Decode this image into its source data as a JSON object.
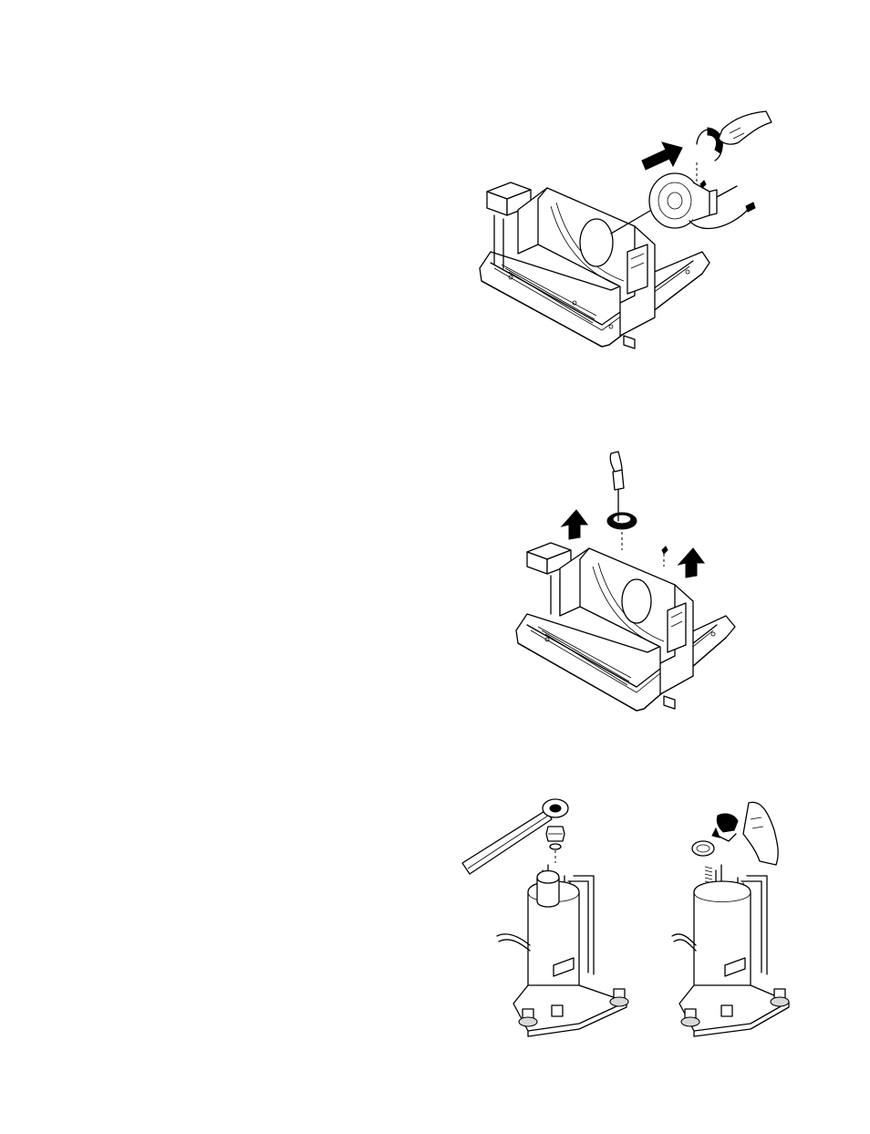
{
  "page": {
    "background": "#ffffff",
    "line_color": "#000000"
  },
  "figures": [
    {
      "id": "fig-fan-motor-removal",
      "icon": "fan-motor-removal-illustration",
      "arrows": 1
    },
    {
      "id": "fig-base-lift",
      "icon": "base-lift-illustration",
      "arrows": 2
    },
    {
      "id": "fig-compressor-nut",
      "icon": "compressor-nut-wrench-illustration"
    },
    {
      "id": "fig-compressor-terminal",
      "icon": "compressor-terminal-cover-illustration"
    }
  ]
}
